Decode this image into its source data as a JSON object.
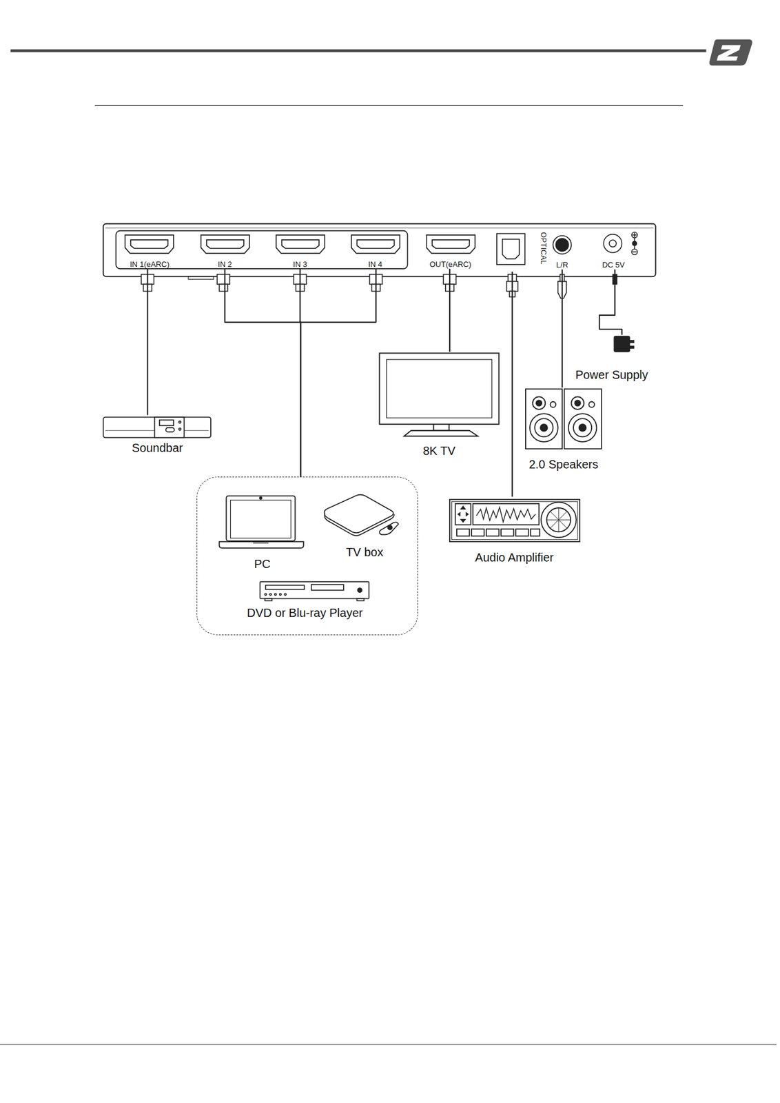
{
  "diagram": {
    "nodes": [
      {
        "text": [
          "IN 1(eARC)"
        ]
      },
      {
        "text": [
          "IN 2"
        ]
      },
      {
        "text": [
          "IN 3"
        ]
      },
      {
        "text": [
          "IN 4"
        ]
      },
      {
        "text": [
          "OUT(eARC)"
        ]
      },
      {
        "text": [
          "OPTICAL"
        ]
      },
      {
        "text": [
          "L/R"
        ]
      },
      {
        "text": [
          "DC 5V"
        ]
      },
      {
        "text": [
          "Power Supply"
        ]
      },
      {
        "text": [
          "Soundbar"
        ]
      },
      {
        "text": [
          "8K TV"
        ]
      },
      {
        "text": [
          "2.0 Speakers"
        ]
      },
      {
        "text": []
      },
      {
        "text": [
          "PC"
        ],
        "in": 12
      },
      {
        "text": [
          "TV box"
        ],
        "in": 12
      },
      {
        "text": [
          "DVD or Blu-ray Player"
        ],
        "in": 12
      },
      {
        "text": [
          "Audio Amplifier"
        ]
      }
    ],
    "edges": [
      {
        "from": 0,
        "to": 9,
        "arrow": "none"
      },
      {
        "from": 1,
        "to": 12,
        "arrow": "none"
      },
      {
        "from": 2,
        "to": 12,
        "arrow": "none"
      },
      {
        "from": 3,
        "to": 12,
        "arrow": "none"
      },
      {
        "from": 4,
        "to": 10,
        "arrow": "none"
      },
      {
        "from": 5,
        "to": 16,
        "arrow": "none"
      },
      {
        "from": 6,
        "to": 11,
        "arrow": "none"
      },
      {
        "from": 7,
        "to": 8,
        "arrow": "none"
      }
    ]
  }
}
